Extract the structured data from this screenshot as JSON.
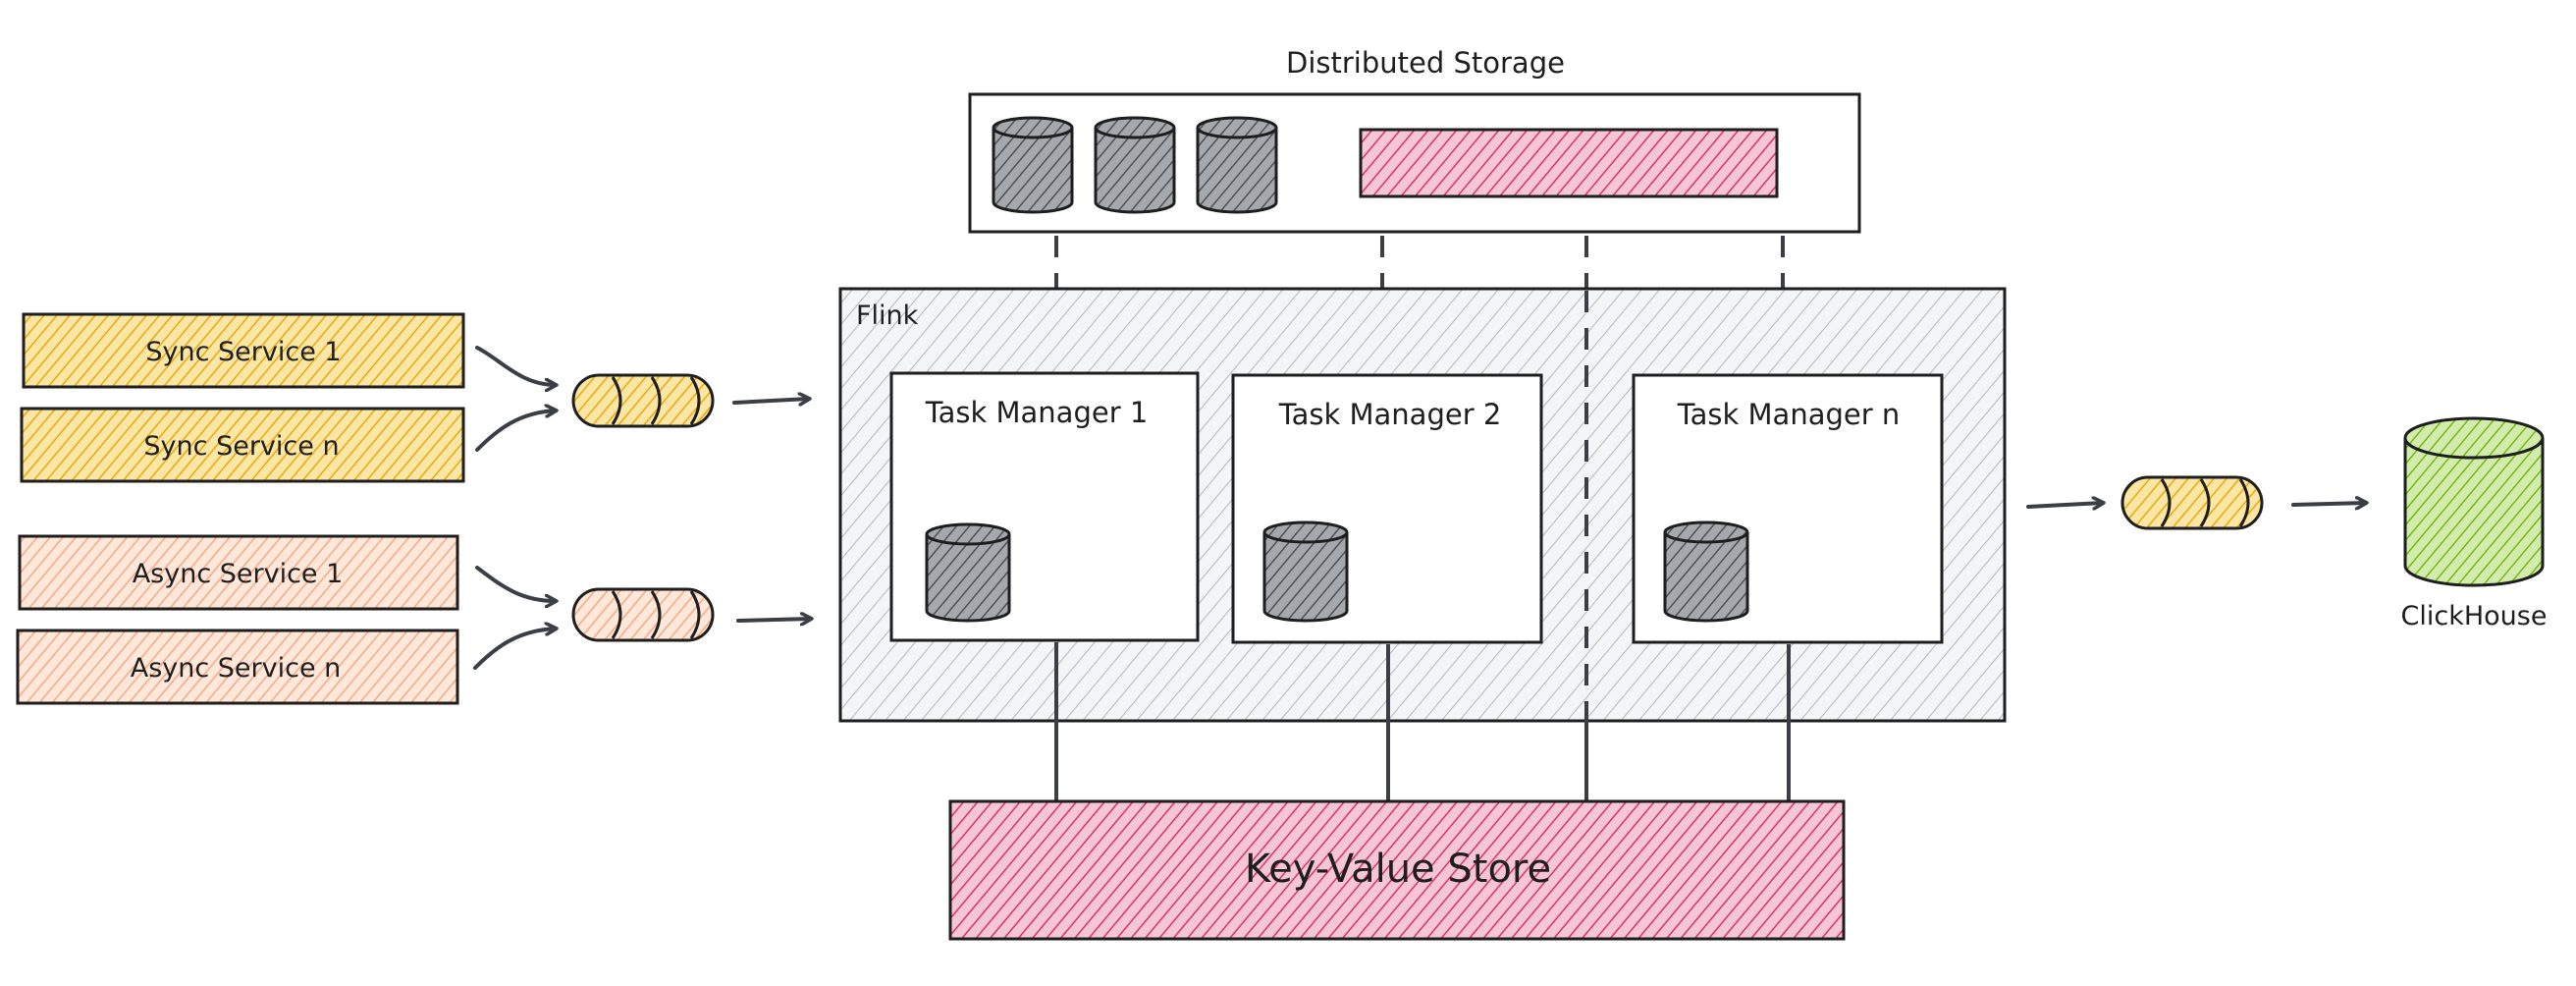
{
  "title": "Distributed Storage",
  "flink": {
    "label": "Flink"
  },
  "sync_services": [
    "Sync Service 1",
    "Sync Service n"
  ],
  "async_services": [
    "Async Service 1",
    "Async Service n"
  ],
  "task_managers": [
    "Task Manager 1",
    "Task Manager 2",
    "Task Manager n"
  ],
  "kv_store": {
    "label": "Key-Value Store"
  },
  "clickhouse": {
    "label": "ClickHouse"
  },
  "colors": {
    "sync": "#f2b90f",
    "async": "#ffc9a8",
    "kv": "#e4578a",
    "storage_bar": "#e4578a",
    "clickhouse": "#8bc43f",
    "flink_fill": "#cfd3d8",
    "cylinder": "#6a6d72",
    "queue_out": "#f2b90f"
  }
}
